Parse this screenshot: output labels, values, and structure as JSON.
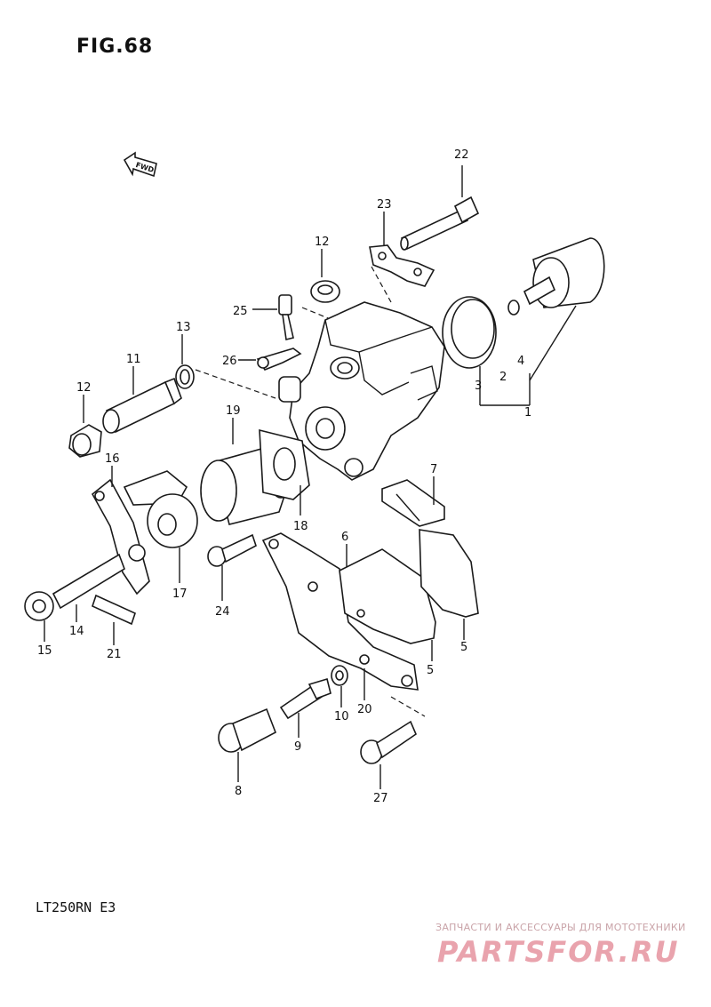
{
  "title": "FIG.68",
  "model": "LT250RN  E3",
  "direction_label": "FWD",
  "watermark": {
    "caption": "ЗАПЧАСТИ И АКСЕССУАРЫ ДЛЯ МОТОТЕХНИКИ",
    "logo": "PARTSFOR.RU"
  },
  "part_numbers": [
    "22",
    "23",
    "12",
    "25",
    "26",
    "13",
    "11",
    "12",
    "19",
    "16",
    "18",
    "17",
    "24",
    "15",
    "14",
    "21",
    "1",
    "2",
    "3",
    "4",
    "7",
    "6",
    "5",
    "5",
    "10",
    "20",
    "9",
    "8",
    "27"
  ]
}
